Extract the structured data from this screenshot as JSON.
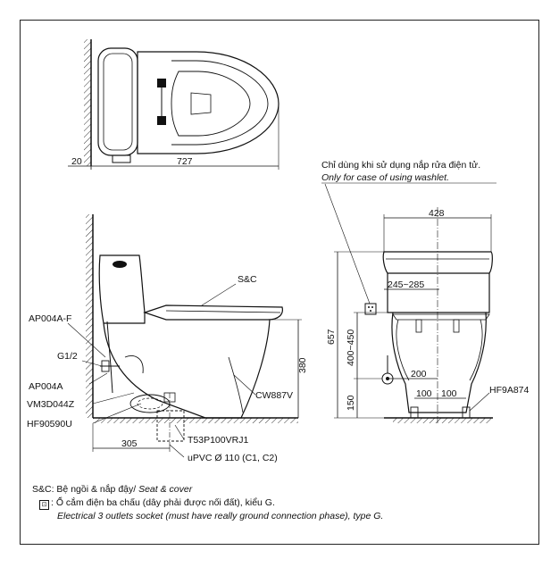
{
  "top_view": {
    "dim_wall": "20",
    "dim_length": "727"
  },
  "side_view": {
    "labels": {
      "sc": "S&C",
      "ap004af": "AP004A-F",
      "g12": "G1/2",
      "ap004a": "AP004A",
      "vm3d044z": "VM3D044Z",
      "hf90590u": "HF90590U",
      "cw887v": "CW887V",
      "t53p": "T53P100VRJ1",
      "upvc": "uPVC Ø 110 (C1, C2)"
    },
    "dims": {
      "d305": "305",
      "d380": "380"
    }
  },
  "front_view": {
    "washlet_note_vi": "Chỉ dùng khi sử dụng nắp rửa điện tử.",
    "washlet_note_en": "Only for case of using washlet.",
    "labels": {
      "hf9a874": "HF9A874"
    },
    "dims": {
      "d428": "428",
      "d245": "245~285",
      "d657": "657",
      "d400": "400~450",
      "d200": "200",
      "d100a": "100",
      "d100b": "100",
      "d150": "150"
    }
  },
  "legend": {
    "sc_key": "S&C:",
    "sc_vi": " Bệ ngồi & nắp đậy/ ",
    "sc_en": "Seat & cover",
    "outlet_symbol": "⊡",
    "outlet_vi": ": Ổ cắm điện ba chấu (dây phải được nối đất), kiểu G.",
    "outlet_en": "Electrical 3 outlets socket (must have really ground connection phase), type G."
  }
}
